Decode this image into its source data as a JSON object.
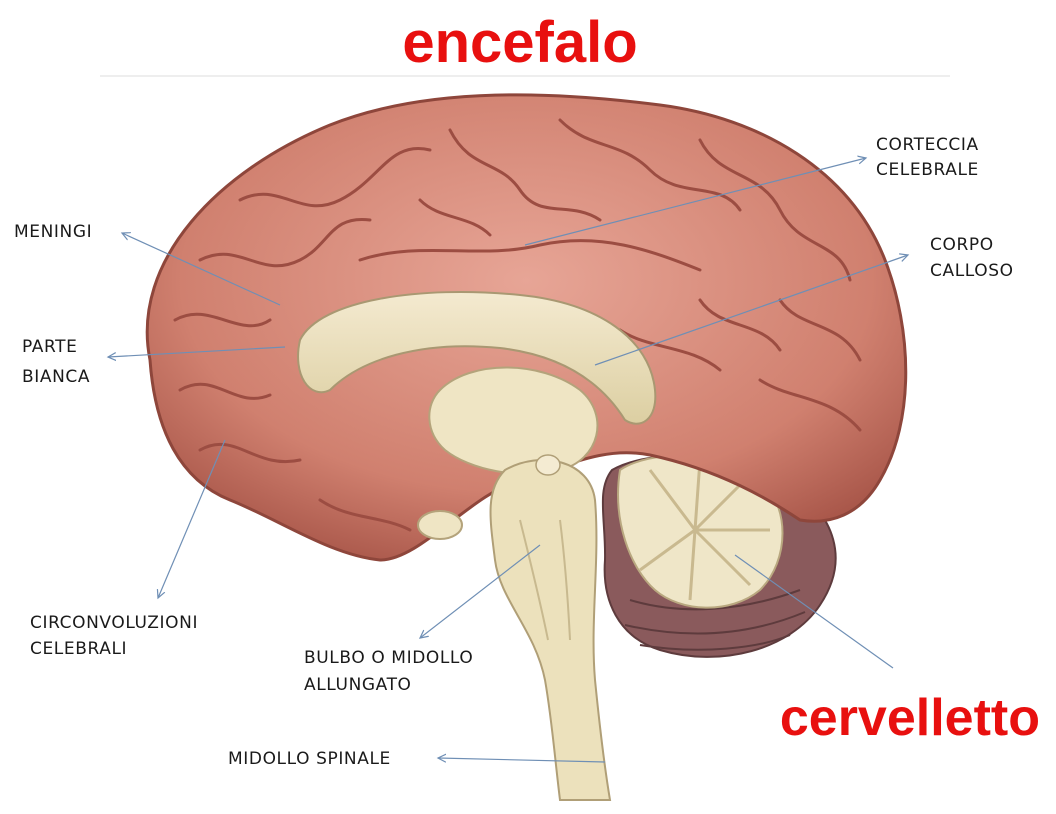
{
  "title": "encefalo",
  "callout": "cervelletto",
  "labels": {
    "corteccia": [
      "CORTECCIA",
      "CELEBRALE"
    ],
    "corpo": [
      "CORPO",
      "CALLOSO"
    ],
    "meningi": [
      "MENINGI"
    ],
    "parte_bianca": [
      "PARTE",
      "BIANCA"
    ],
    "circonvoluzioni": [
      "CIRCONVOLUZIONI",
      "CELEBRALI"
    ],
    "bulbo": [
      "BULBO O MIDOLLO",
      "ALLUNGATO"
    ],
    "midollo": [
      "MIDOLLO SPINALE"
    ]
  },
  "colors": {
    "title_red": "#e8100f",
    "cortex": "#d98a7c",
    "cortex_dark": "#a8564a",
    "white_matter": "#ede2bf",
    "cerebellum": "#8a5a5c",
    "arrow": "#6f8fb5"
  }
}
